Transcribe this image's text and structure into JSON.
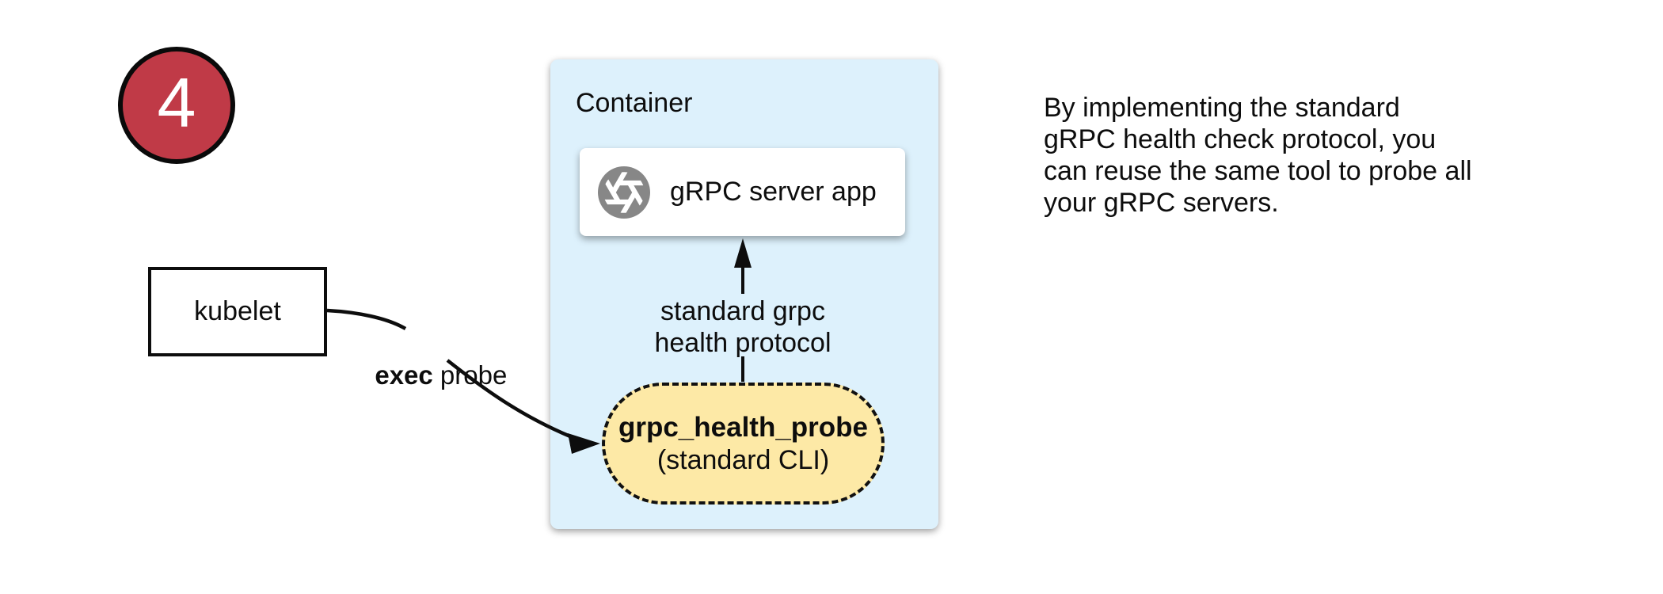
{
  "step_badge": {
    "number": "4",
    "bg_color": "#c03a47"
  },
  "kubelet_box": {
    "label": "kubelet"
  },
  "exec_probe": {
    "label_bold": "exec",
    "label_rest": " probe"
  },
  "container_panel": {
    "title": "Container",
    "bg_color": "#ddf1fc",
    "server_box": {
      "label": "gRPC server app",
      "icon": "aperture-icon",
      "icon_color": "#878787"
    },
    "protocol_arrow_label": "standard grpc\nhealth protocol",
    "probe_pill": {
      "name": "grpc_health_probe",
      "subtitle": "(standard CLI)",
      "bg_color": "#fde9a6"
    }
  },
  "caption": {
    "text": "By implementing the standard\ngRPC health check protocol, you\ncan reuse the same tool to probe all\nyour gRPC servers."
  }
}
